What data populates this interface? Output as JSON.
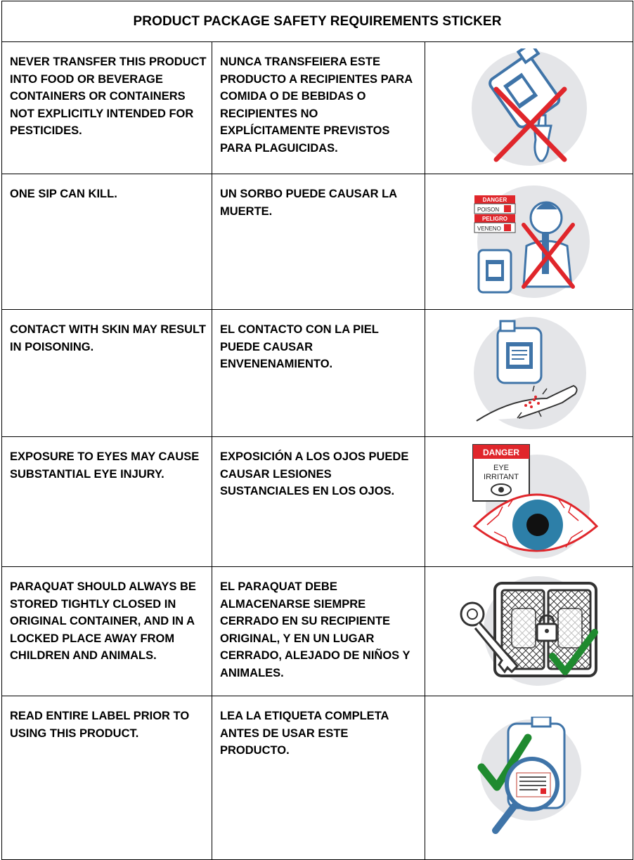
{
  "title": "PRODUCT PACKAGE SAFETY REQUIREMENTS STICKER",
  "rows": [
    {
      "en": "NEVER TRANSFER THIS PRODUCT INTO FOOD OR BEVERAGE CONTAINERS OR CONTAINERS NOT EXPLICITLY INTENDED FOR PESTICIDES.",
      "es": "NUNCA TRANSFEIERA ESTE PRODUCTO A RECIPIENTES PARA COMIDA O DE BEBIDAS O RECIPIENTES NO EXPLÍCITAMENTE PREVISTOS PARA PLAGUICIDAS.",
      "icon": "no-transfer-pouring-icon"
    },
    {
      "en": "ONE SIP CAN KILL.",
      "es": "UN SORBO PUEDE CAUSAR LA MUERTE.",
      "icon": "no-drinking-poison-icon",
      "sign": {
        "danger": "DANGER",
        "poison": "POISON",
        "peligro": "PELIGRO",
        "veneno": "VENENO"
      }
    },
    {
      "en": "CONTACT WITH SKIN MAY RESULT IN POISONING.",
      "es": "EL CONTACTO CON LA PIEL PUEDE CAUSAR ENVENENAMIENTO.",
      "icon": "skin-contact-icon"
    },
    {
      "en": "EXPOSURE TO EYES MAY CAUSE SUBSTANTIAL EYE INJURY.",
      "es": "EXPOSICIÓN A LOS OJOS PUEDE CAUSAR LESIONES SUSTANCIALES EN LOS OJOS.",
      "icon": "eye-irritant-icon",
      "sign": {
        "danger": "DANGER",
        "line1": "EYE",
        "line2": "IRRITANT"
      }
    },
    {
      "en": "PARAQUAT SHOULD ALWAYS BE STORED TIGHTLY CLOSED IN ORIGINAL CONTAINER, AND IN A LOCKED PLACE AWAY FROM CHILDREN AND ANIMALS.",
      "es": "EL PARAQUAT DEBE ALMACENARSE SIEMPRE CERRADO EN SU RECIPIENTE ORIGINAL, Y EN UN LUGAR CERRADO, ALEJADO DE NIÑOS Y ANIMALES.",
      "icon": "locked-storage-icon"
    },
    {
      "en": "READ ENTIRE LABEL PRIOR TO USING THIS PRODUCT.",
      "es": "LEA LA ETIQUETA COMPLETA ANTES DE USAR ESTE PRODUCTO.",
      "icon": "read-label-icon"
    }
  ],
  "colors": {
    "danger_red": "#e0262b",
    "check_green": "#1f8a2f",
    "icon_blue": "#3f74a8",
    "circle_gray": "#e4e5e8"
  }
}
